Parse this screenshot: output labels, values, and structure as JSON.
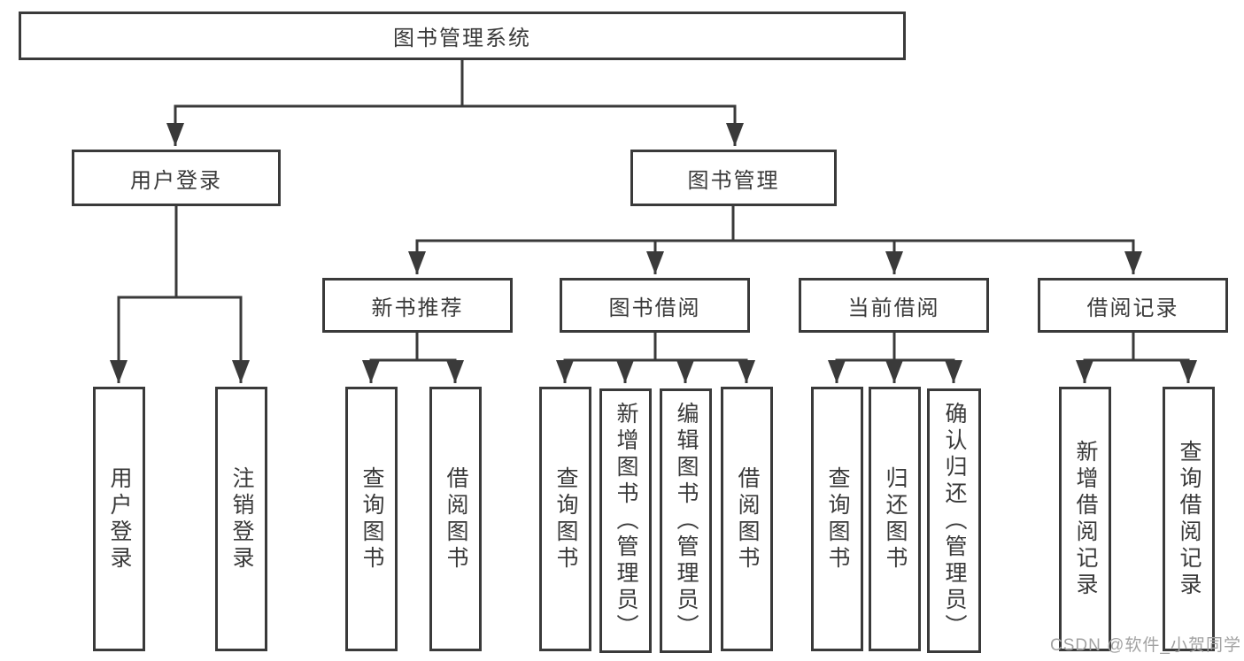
{
  "diagram": {
    "root": {
      "label": "图书管理系统"
    },
    "level1": [
      {
        "label": "用户登录"
      },
      {
        "label": "图书管理"
      }
    ],
    "level2": [
      {
        "label": "新书推荐"
      },
      {
        "label": "图书借阅"
      },
      {
        "label": "当前借阅"
      },
      {
        "label": "借阅记录"
      }
    ],
    "leaves": {
      "user_login": [
        "用户登录",
        "注销登录"
      ],
      "new_book_recommend": [
        "查询图书",
        "借阅图书"
      ],
      "book_borrow": [
        "查询图书",
        "新增图书（管理员）",
        "编辑图书（管理员）",
        "借阅图书"
      ],
      "current_borrow": [
        "查询图书",
        "归还图书",
        "确认归还（管理员）"
      ],
      "borrow_records": [
        "新增借阅记录",
        "查询借阅记录"
      ]
    }
  },
  "watermark": {
    "text": "CSDN @软件_小贺同学"
  },
  "colors": {
    "line": "#3a3a3a",
    "box_border": "#3a3a3a",
    "text": "#3a3a3a",
    "watermark": "#a2a2a2",
    "background": "#ffffff"
  }
}
